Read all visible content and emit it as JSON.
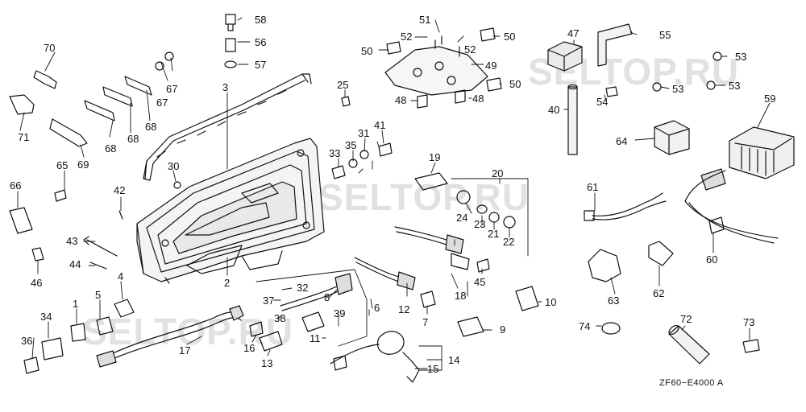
{
  "watermarks": [
    "SELTOP.RU",
    "SELTOP.RU",
    "SELTOP.RU"
  ],
  "reference_code": "ZF60−E4000 A",
  "part_labels": [
    {
      "id": "p58",
      "text": "58"
    },
    {
      "id": "p56",
      "text": "56"
    },
    {
      "id": "p57",
      "text": "57"
    },
    {
      "id": "p70",
      "text": "70"
    },
    {
      "id": "p67a",
      "text": "67"
    },
    {
      "id": "p67b",
      "text": "67"
    },
    {
      "id": "p3",
      "text": "3"
    },
    {
      "id": "p71",
      "text": "71"
    },
    {
      "id": "p68a",
      "text": "68"
    },
    {
      "id": "p68b",
      "text": "68"
    },
    {
      "id": "p68c",
      "text": "68"
    },
    {
      "id": "p69",
      "text": "69"
    },
    {
      "id": "p25",
      "text": "25"
    },
    {
      "id": "p51",
      "text": "51"
    },
    {
      "id": "p52a",
      "text": "52"
    },
    {
      "id": "p52b",
      "text": "52"
    },
    {
      "id": "p50a",
      "text": "50"
    },
    {
      "id": "p50b",
      "text": "50"
    },
    {
      "id": "p50c",
      "text": "50"
    },
    {
      "id": "p49",
      "text": "49"
    },
    {
      "id": "p48a",
      "text": "48"
    },
    {
      "id": "p48b",
      "text": "48"
    },
    {
      "id": "p47",
      "text": "47"
    },
    {
      "id": "p55",
      "text": "55"
    },
    {
      "id": "p53a",
      "text": "53"
    },
    {
      "id": "p53b",
      "text": "53"
    },
    {
      "id": "p53c",
      "text": "53"
    },
    {
      "id": "p54",
      "text": "54"
    },
    {
      "id": "p40",
      "text": "40"
    },
    {
      "id": "p59",
      "text": "59"
    },
    {
      "id": "p64",
      "text": "64"
    },
    {
      "id": "p41",
      "text": "41"
    },
    {
      "id": "p31",
      "text": "31"
    },
    {
      "id": "p35",
      "text": "35"
    },
    {
      "id": "p33",
      "text": "33"
    },
    {
      "id": "p30",
      "text": "30"
    },
    {
      "id": "p65",
      "text": "65"
    },
    {
      "id": "p66",
      "text": "66"
    },
    {
      "id": "p42",
      "text": "42"
    },
    {
      "id": "p19",
      "text": "19"
    },
    {
      "id": "p20",
      "text": "20"
    },
    {
      "id": "p24",
      "text": "24"
    },
    {
      "id": "p23",
      "text": "23"
    },
    {
      "id": "p21",
      "text": "21"
    },
    {
      "id": "p22",
      "text": "22"
    },
    {
      "id": "p61",
      "text": "61"
    },
    {
      "id": "p43",
      "text": "43"
    },
    {
      "id": "p44",
      "text": "44"
    },
    {
      "id": "p46",
      "text": "46"
    },
    {
      "id": "p2",
      "text": "2"
    },
    {
      "id": "p45",
      "text": "45"
    },
    {
      "id": "p60",
      "text": "60"
    },
    {
      "id": "p62",
      "text": "62"
    },
    {
      "id": "p63",
      "text": "63"
    },
    {
      "id": "p4",
      "text": "4"
    },
    {
      "id": "p1",
      "text": "1"
    },
    {
      "id": "p5",
      "text": "5"
    },
    {
      "id": "p34",
      "text": "34"
    },
    {
      "id": "p32",
      "text": "32"
    },
    {
      "id": "p8",
      "text": "8"
    },
    {
      "id": "p37",
      "text": "37"
    },
    {
      "id": "p38",
      "text": "38"
    },
    {
      "id": "p6",
      "text": "6"
    },
    {
      "id": "p39",
      "text": "39"
    },
    {
      "id": "p11",
      "text": "11"
    },
    {
      "id": "p12",
      "text": "12"
    },
    {
      "id": "p7",
      "text": "7"
    },
    {
      "id": "p18",
      "text": "18"
    },
    {
      "id": "p10",
      "text": "10"
    },
    {
      "id": "p9",
      "text": "9"
    },
    {
      "id": "p74",
      "text": "74"
    },
    {
      "id": "p72",
      "text": "72"
    },
    {
      "id": "p73",
      "text": "73"
    },
    {
      "id": "p36",
      "text": "36"
    },
    {
      "id": "p17",
      "text": "17"
    },
    {
      "id": "p16",
      "text": "16"
    },
    {
      "id": "p13",
      "text": "13"
    },
    {
      "id": "p14",
      "text": "14"
    },
    {
      "id": "p15",
      "text": "15"
    }
  ]
}
